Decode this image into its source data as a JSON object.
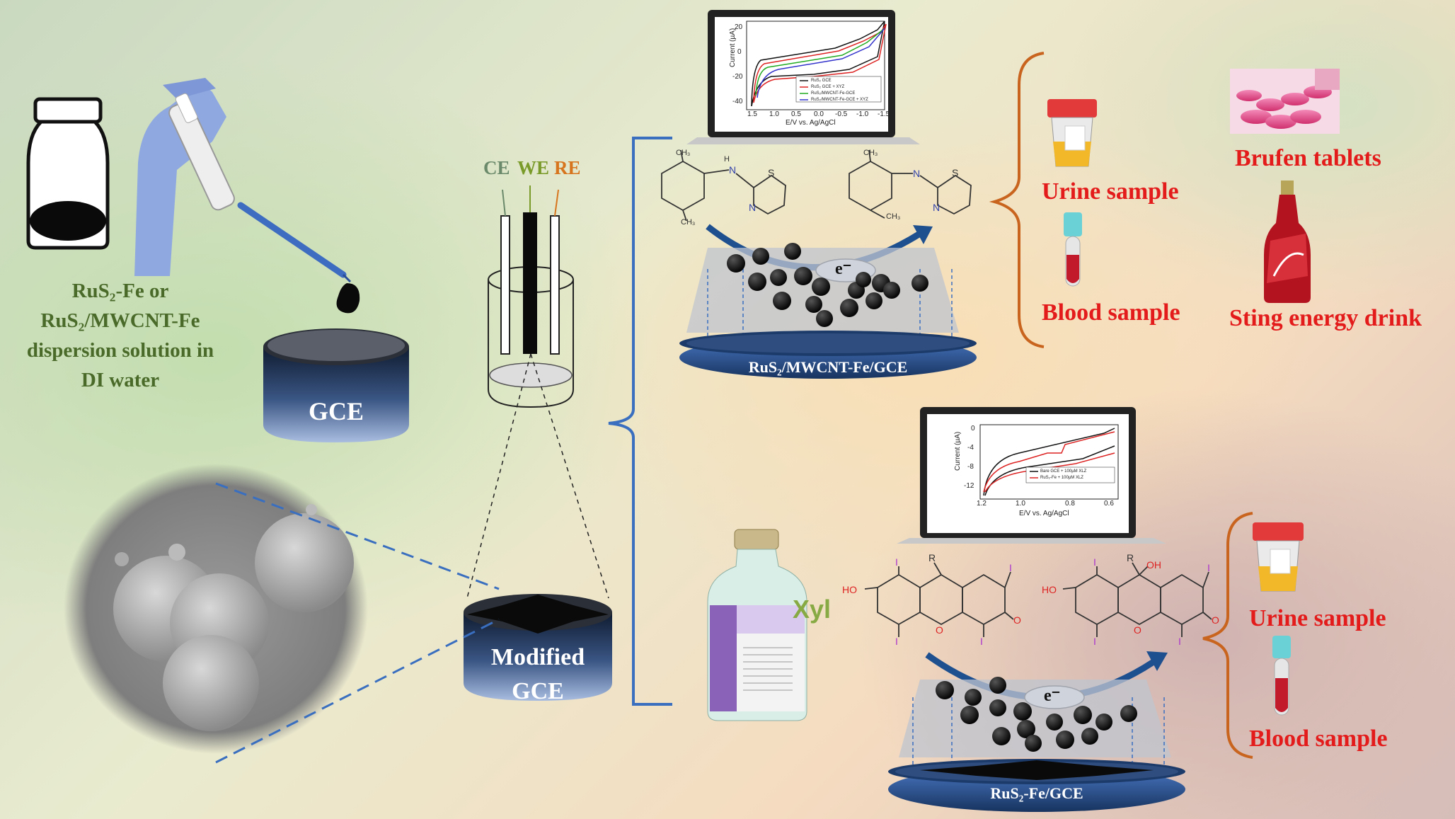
{
  "labels": {
    "dispersion": "RuS₂-Fe or RuS₂/MWCNT-Fe dispersion solution in DI water",
    "gce": "GCE",
    "modified_gce_line1": "Modified",
    "modified_gce_line2": "GCE",
    "ce": "CE",
    "we": "WE",
    "re": "RE",
    "electron": "e⁻",
    "plate_top": "RuS₂/MWCNT-Fe/GCE",
    "plate_bottom": "RuS₂-Fe/GCE",
    "xyl_bottle": "Xyl"
  },
  "samples_top": {
    "urine": "Urine sample",
    "blood": "Blood sample",
    "tablets": "Brufen tablets",
    "drink": "Sting energy drink"
  },
  "samples_bottom": {
    "urine": "Urine sample",
    "blood": "Blood sample"
  },
  "molecules": {
    "methyl": "CH₃",
    "nitrogen": "N",
    "nitrogen_h": "H",
    "sulfur": "S",
    "substituent": "R",
    "hydroxyl": "OH",
    "hydroxyl_left": "HO",
    "oxygen": "O",
    "iodine": "I"
  },
  "chart_top": {
    "ylabel": "Current (µA)",
    "xlabel": "E/V vs. Ag/AgCl",
    "xticks": [
      "1.5",
      "1.0",
      "0.5",
      "0.0",
      "-0.5",
      "-1.0",
      "-1.5"
    ],
    "yticks": [
      "20",
      "0",
      "-20",
      "-40"
    ],
    "legend": [
      "RuS₂ GCE",
      "RuS₂ GCE + XYZ",
      "RuS₂/MWCNT-Fe-GCE",
      "RuS₂/MWCNT-Fe-GCE + XYZ"
    ]
  },
  "chart_bottom": {
    "ylabel": "Current (µA)",
    "xlabel": "E/V vs. Ag/AgCl",
    "xticks": [
      "1.2",
      "1.0",
      "0.8",
      "0.6"
    ],
    "yticks": [
      "0",
      "-4",
      "-8",
      "-12"
    ],
    "legend": [
      "Bare GCE + 100µM XLZ",
      "RuS₂-Fe + 100µM XLZ"
    ]
  },
  "colors": {
    "sample_text": "#e31b1b",
    "dispersion_text": "#4a6a2a",
    "ce": "#6b8a6b",
    "we": "#7a9a2a",
    "re": "#d7741e",
    "bracket_blue": "#3a6fc0",
    "bracket_orange": "#c8641e",
    "gce_dark": "#1b2a45"
  }
}
